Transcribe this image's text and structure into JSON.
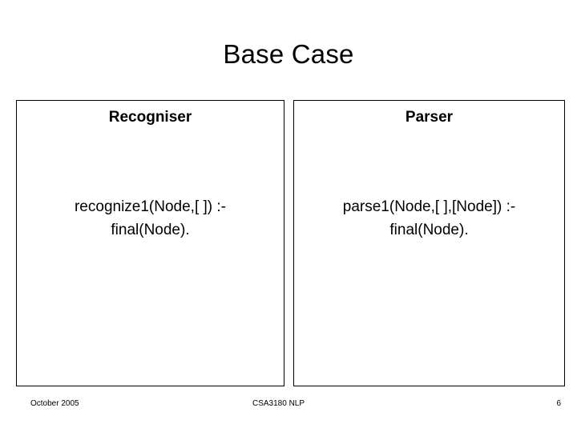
{
  "slide": {
    "title": "Base Case",
    "columns": [
      {
        "header": "Recogniser",
        "code_line1": "recognize1(Node,[ ]) :-",
        "code_line2": "final(Node)."
      },
      {
        "header": "Parser",
        "code_line1": "parse1(Node,[ ],[Node]) :-",
        "code_line2": "final(Node)."
      }
    ],
    "footer": {
      "date": "October 2005",
      "course": "CSA3180 NLP",
      "page_number": "6"
    },
    "colors": {
      "background": "#ffffff",
      "text": "#000000",
      "border": "#000000"
    }
  }
}
